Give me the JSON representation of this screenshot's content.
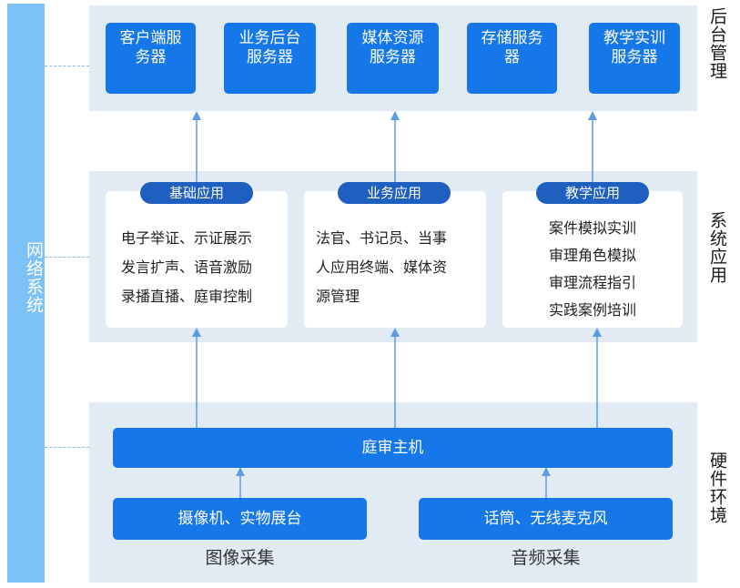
{
  "network": {
    "label": "网络系统"
  },
  "backend": {
    "side_label": "后台管理",
    "servers": [
      "客户端服务器",
      "业务后台服务器",
      "媒体资源服务器",
      "存储服务器",
      "教学实训服务器"
    ]
  },
  "apps": {
    "side_label": "系统应用",
    "cards": [
      {
        "title": "基础应用",
        "lines": [
          "电子举证、示证展示",
          "发言扩声、语音激励",
          "录播直播、庭审控制"
        ]
      },
      {
        "title": "业务应用",
        "lines": [
          "法官、书记员、当事",
          "人应用终端、媒体资",
          "源管理"
        ]
      },
      {
        "title": "教学应用",
        "lines": [
          "案件模拟实训",
          "审理角色模拟",
          "审理流程指引",
          "实践案例培训"
        ]
      }
    ]
  },
  "hardware": {
    "side_label": "硬件环境",
    "host": "庭审主机",
    "devices": [
      {
        "label": "摄像机、实物展台",
        "caption": "图像采集"
      },
      {
        "label": "话筒、无线麦克风",
        "caption": "音频采集"
      }
    ]
  },
  "colors": {
    "primary": "#1677e8",
    "network_bar": "#7cc2f7",
    "panel": "#e2ebf4",
    "pill": "#1f5fbf",
    "arrow": "#5b9be0"
  }
}
